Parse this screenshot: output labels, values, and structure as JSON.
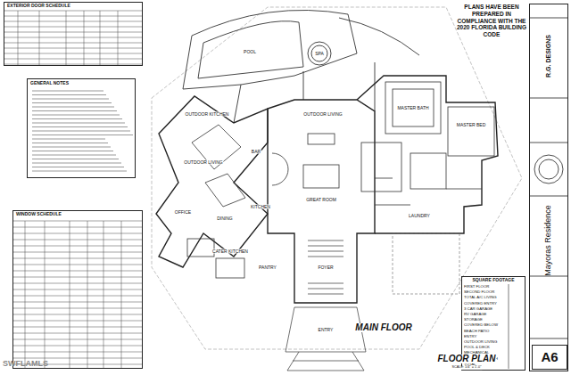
{
  "diagram": {
    "title": "FLOOR PLAN",
    "nodes": [
      {
        "text": [
          "EXTERIOR DOOR SCHEDULE"
        ]
      },
      {
        "text": [
          "GENERAL NOTES"
        ]
      },
      {
        "text": [
          "WINDOW SCHEDULE"
        ]
      },
      {
        "text": [
          "SQUARE FOOTAGE"
        ]
      },
      {
        "text": [
          "R.G. DESIGNS",
          "Mayoras Residence"
        ]
      },
      {
        "text": [
          "A6"
        ],
        "in": 4
      }
    ],
    "labels": [
      "PLANS HAVE BEEN PREPARED IN COMPLIANCE WITH THE 2020 FLORIDA BUILDING CODE",
      "POOL",
      "SPA",
      "OUTDOOR KITCHEN",
      "OUTDOOR LIVING",
      "OUTDOOR LIVING",
      "BAR",
      "DINING",
      "OFFICE",
      "KITCHEN",
      "CATER KITCHEN",
      "PANTRY",
      "GREAT ROOM",
      "MASTER BATH",
      "MASTER BED",
      "LAUNDRY",
      "FOYER",
      "ENTRY",
      "MAIN FLOOR",
      "SCALE: 1/4\" = 1'-0\"",
      "FIRST FLOOR",
      "SECOND FLOOR",
      "TOTAL A/C LIVING",
      "COVERED ENTRY",
      "3 CAR GARAGE",
      "RV GARAGE",
      "STORAGE",
      "COVERED BELOW",
      "BEACH PATIO",
      "ENTRY",
      "OUTDOOR LIVING",
      "POOL & DECK",
      "MECHANICAL",
      "COVERED PORCH",
      "TOTAL",
      "SWFLAMLS"
    ]
  }
}
